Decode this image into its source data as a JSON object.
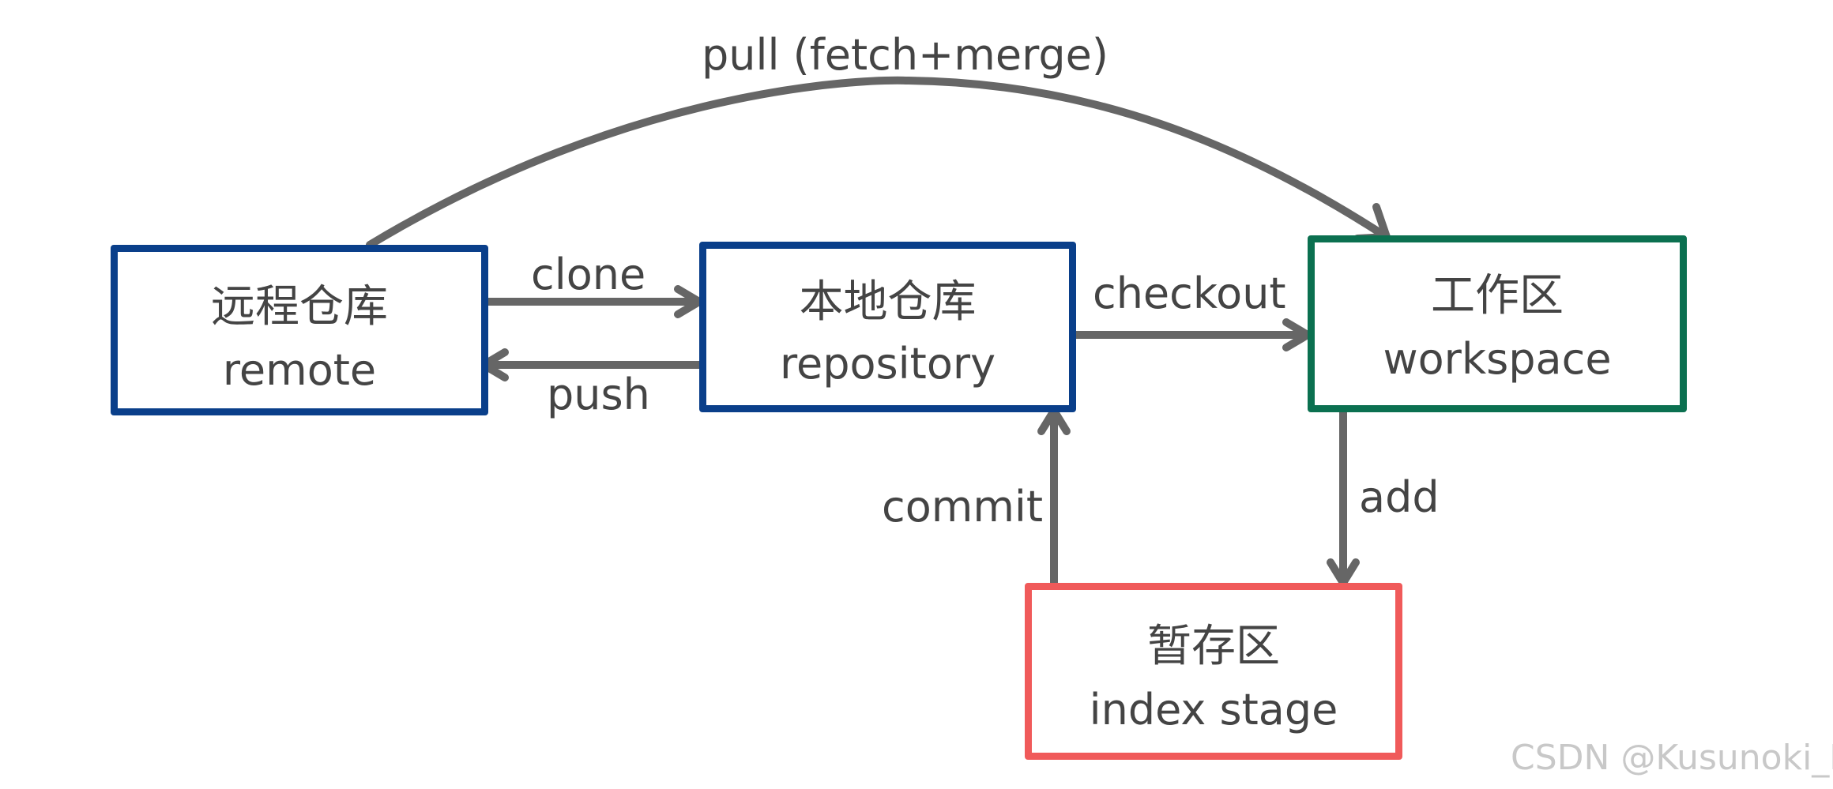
{
  "colors": {
    "arrow": "#666666",
    "text": "#444444",
    "blue_box": "#0a3f8a",
    "green_box": "#0b7050",
    "red_box": "#f05a5a",
    "watermark": "#c8c8c8"
  },
  "boxes": {
    "remote": {
      "zh": "远程仓库",
      "en": "remote"
    },
    "local": {
      "zh": "本地仓库",
      "en": "repository"
    },
    "workspace": {
      "zh": "工作区",
      "en": "workspace"
    },
    "stage": {
      "zh": "暂存区",
      "en": "index stage"
    }
  },
  "arrows": {
    "pull": "pull (fetch+merge)",
    "clone": "clone",
    "push": "push",
    "checkout": "checkout",
    "add": "add",
    "commit": "commit"
  },
  "watermark": "CSDN @Kusunoki_D"
}
